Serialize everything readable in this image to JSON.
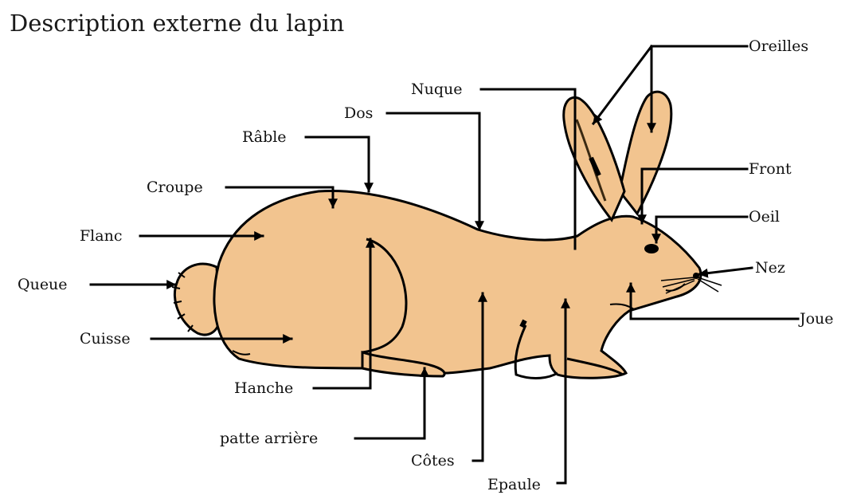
{
  "title": "Description externe du lapin",
  "colors": {
    "body_fill": "#f2c48f",
    "outline": "#000000",
    "text": "#111111"
  },
  "labels": {
    "oreilles": "Oreilles",
    "nuque": "Nuque",
    "dos": "Dos",
    "rable": "Râble",
    "croupe": "Croupe",
    "flanc": "Flanc",
    "queue": "Queue",
    "cuisse": "Cuisse",
    "hanche": "Hanche",
    "patte_arriere": "patte arrière",
    "cotes": "Côtes",
    "epaule": "Epaule",
    "front": "Front",
    "oeil": "Oeil",
    "nez": "Nez",
    "joue": "Joue"
  }
}
